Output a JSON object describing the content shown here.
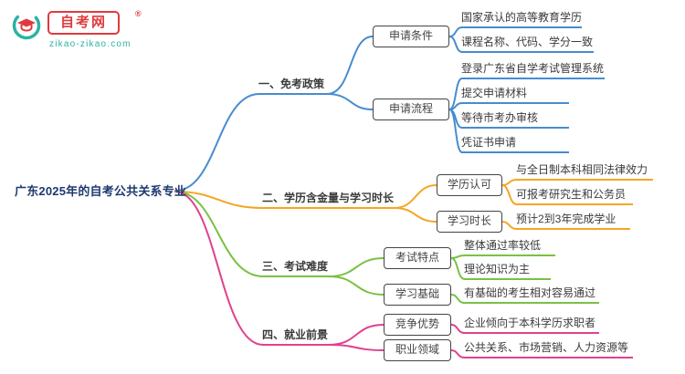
{
  "page": {
    "background": "#ffffff"
  },
  "logo": {
    "title": "自考网",
    "registered": "®",
    "subtitle": "zikao-zikao.com",
    "colors": {
      "red": "#E03A3E",
      "teal": "#2BB3A3"
    }
  },
  "root": {
    "label": "广东2025年的自考公共关系专业",
    "color": "#1D3A6E"
  },
  "branches": [
    {
      "label": "一、免考政策",
      "color": "#468CD0",
      "children": [
        {
          "label": "申请条件",
          "children": [
            {
              "label": "国家承认的高等教育学历"
            },
            {
              "label": "课程名称、代码、学分一致"
            }
          ]
        },
        {
          "label": "申请流程",
          "children": [
            {
              "label": "登录广东省自学考试管理系统"
            },
            {
              "label": "提交申请材料"
            },
            {
              "label": "等待市考办审核"
            },
            {
              "label": "凭证书申请"
            }
          ]
        }
      ]
    },
    {
      "label": "二、学历含金量与学习时长",
      "color": "#F5A623",
      "children": [
        {
          "label": "学历认可",
          "children": [
            {
              "label": "与全日制本科相同法律效力"
            },
            {
              "label": "可报考研究生和公务员"
            }
          ]
        },
        {
          "label": "学习时长",
          "children": [
            {
              "label": "预计2到3年完成学业"
            }
          ]
        }
      ]
    },
    {
      "label": "三、考试难度",
      "color": "#7AC143",
      "children": [
        {
          "label": "考试特点",
          "children": [
            {
              "label": "整体通过率较低"
            },
            {
              "label": "理论知识为主"
            }
          ]
        },
        {
          "label": "学习基础",
          "children": [
            {
              "label": "有基础的考生相对容易通过"
            }
          ]
        }
      ]
    },
    {
      "label": "四、就业前景",
      "color": "#E0418E",
      "children": [
        {
          "label": "竞争优势",
          "children": [
            {
              "label": "企业倾向于本科学历求职者"
            }
          ]
        },
        {
          "label": "职业领域",
          "children": [
            {
              "label": "公共关系、市场营销、人力资源等"
            }
          ]
        }
      ]
    }
  ]
}
